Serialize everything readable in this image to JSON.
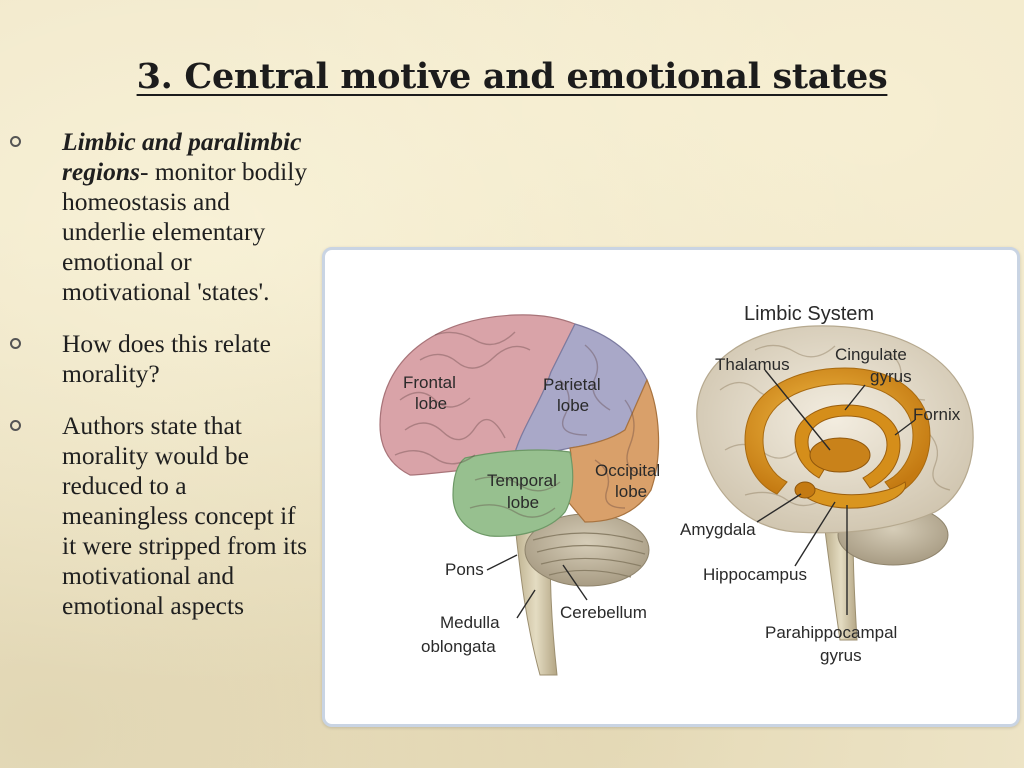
{
  "title": "3. Central motive and emotional states",
  "bullets": [
    {
      "emphasis": "Limbic and paralimbic regions",
      "separator": "-",
      "text": "monitor bodily homeostasis and underlie elementary emotional or motivational 'states'."
    },
    {
      "text": "How does this relate morality?"
    },
    {
      "text": "Authors state that morality would be reduced to a meaningless concept if it were stripped from its motivational and emotional aspects"
    }
  ],
  "figure": {
    "brain_lobes": {
      "frontal_1": "Frontal",
      "frontal_2": "lobe",
      "parietal_1": "Parietal",
      "parietal_2": "lobe",
      "temporal_1": "Temporal",
      "temporal_2": "lobe",
      "occipital_1": "Occipital",
      "occipital_2": "lobe",
      "pons": "Pons",
      "cerebellum": "Cerebellum",
      "medulla_1": "Medulla",
      "medulla_2": "oblongata"
    },
    "limbic": {
      "title": "Limbic System",
      "thalamus": "Thalamus",
      "cingulate_1": "Cingulate",
      "cingulate_2": "gyrus",
      "fornix": "Fornix",
      "amygdala": "Amygdala",
      "hippocampus": "Hippocampus",
      "parahippocampal_1": "Parahippocampal",
      "parahippocampal_2": "gyrus"
    },
    "colors": {
      "frontal": "#d9a3a8",
      "parietal": "#a9a8c8",
      "temporal": "#97c08f",
      "occipital": "#d9a06a",
      "limbic": "#e0a020"
    }
  }
}
